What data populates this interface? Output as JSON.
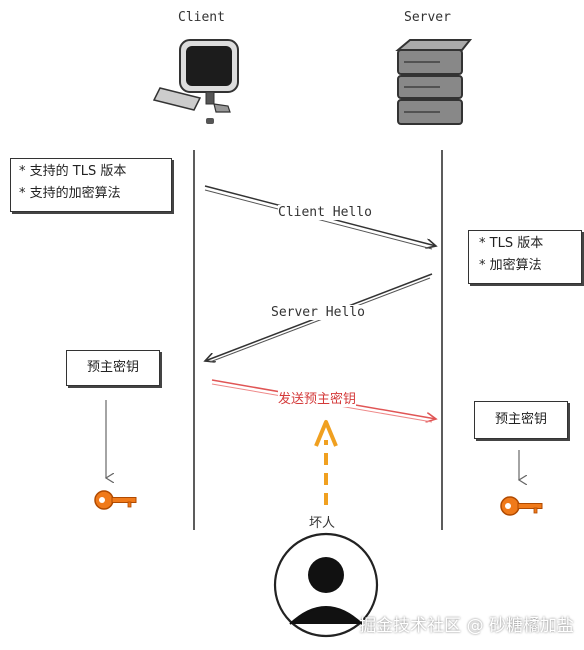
{
  "actors": {
    "client": "Client",
    "server": "Server"
  },
  "client_box": {
    "line1": "* 支持的 TLS 版本",
    "line2": "* 支持的加密算法"
  },
  "server_box": {
    "line1": "* TLS 版本",
    "line2": "* 加密算法"
  },
  "messages": {
    "client_hello": "Client Hello",
    "server_hello": "Server Hello",
    "send_premaster": "发送预主密钥"
  },
  "premaster_key": {
    "client": "预主密钥",
    "server": "预主密钥"
  },
  "attacker": {
    "label": "坏人"
  },
  "watermark": "掘金技术社区 @ 砂糖橘加盐",
  "colors": {
    "line": "#333333",
    "red_arrow": "#e05555",
    "key": "#f07a1a",
    "dashed_arrow": "#f0a020"
  },
  "icons": [
    "desktop-computer-icon",
    "server-rack-icon",
    "key-icon",
    "user-avatar-icon"
  ]
}
